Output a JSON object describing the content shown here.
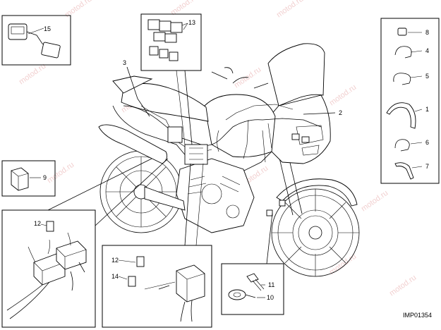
{
  "diagram": {
    "labels": {
      "n1": "1",
      "n2": "2",
      "n3": "3",
      "n4": "4",
      "n5": "5",
      "n6": "6",
      "n7": "7",
      "n8": "8",
      "n9": "9",
      "n10": "10",
      "n11": "11",
      "n12a": "12",
      "n12b": "12",
      "n13": "13",
      "n14": "14",
      "n15": "15"
    },
    "code": "IMP01354",
    "watermark": "motod.ru"
  }
}
